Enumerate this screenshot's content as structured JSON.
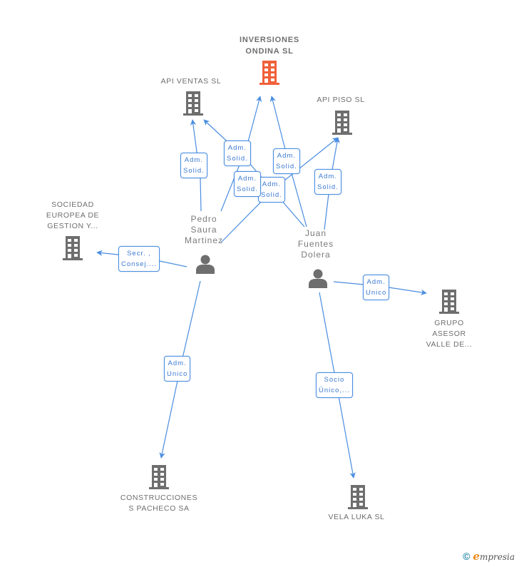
{
  "colors": {
    "edge": "#4a8de0",
    "company": "#6e6e6e",
    "main_company": "#f0603a",
    "person": "#6e6e6e",
    "label_text": "#3a78d0"
  },
  "nodes": {
    "inversiones": {
      "label_lines": [
        "INVERSIONES",
        "ONDINA  SL"
      ],
      "icon": "building-icon",
      "type": "main-company"
    },
    "api_ventas": {
      "label_lines": [
        "API VENTAS  SL"
      ],
      "icon": "building-icon",
      "type": "company"
    },
    "api_piso": {
      "label_lines": [
        "API PISO  SL"
      ],
      "icon": "building-icon",
      "type": "company"
    },
    "sociedad": {
      "label_lines": [
        "SOCIEDAD",
        "EUROPEA DE",
        "GESTION Y..."
      ],
      "icon": "building-icon",
      "type": "company"
    },
    "grupo": {
      "label_lines": [
        "GRUPO",
        "ASESOR",
        "VALLE DE..."
      ],
      "icon": "building-icon",
      "type": "company"
    },
    "construcciones": {
      "label_lines": [
        "CONSTRUCCIONES",
        "S PACHECO SA"
      ],
      "icon": "building-icon",
      "type": "company"
    },
    "vela": {
      "label_lines": [
        "VELA LUKA SL"
      ],
      "icon": "building-icon",
      "type": "company"
    },
    "pedro": {
      "label_lines": [
        "Pedro",
        "Saura",
        "Martinez"
      ],
      "icon": "person-icon",
      "type": "person"
    },
    "juan": {
      "label_lines": [
        "Juan",
        "Fuentes",
        "Dolera"
      ],
      "icon": "person-icon",
      "type": "person"
    }
  },
  "edges": [
    {
      "from": "pedro",
      "to": "api_ventas",
      "label_lines": [
        "Adm.",
        "Solid."
      ]
    },
    {
      "from": "pedro",
      "to": "inversiones",
      "label_lines": [
        "Adm.",
        "Solid."
      ]
    },
    {
      "from": "juan",
      "to": "api_ventas",
      "label_lines": [
        "Adm.",
        "Solid."
      ]
    },
    {
      "from": "juan",
      "to": "inversiones",
      "label_lines": [
        "Adm.",
        "Solid."
      ]
    },
    {
      "from": "pedro",
      "to": "api_piso",
      "label_lines": [
        "Adm.",
        "Solid."
      ]
    },
    {
      "from": "juan",
      "to": "api_piso",
      "label_lines": [
        "Adm.",
        "Solid."
      ]
    },
    {
      "from": "pedro",
      "to": "sociedad",
      "label_lines": [
        "Secr. ,",
        "Consej...."
      ]
    },
    {
      "from": "pedro",
      "to": "construcciones",
      "label_lines": [
        "Adm.",
        "Unico"
      ]
    },
    {
      "from": "juan",
      "to": "grupo",
      "label_lines": [
        "Adm.",
        "Unico"
      ]
    },
    {
      "from": "juan",
      "to": "vela",
      "label_lines": [
        "Socio",
        "Único,..."
      ]
    }
  ],
  "footer": {
    "copyright": "©",
    "brand_initial": "e",
    "brand_rest": "mpresia"
  }
}
